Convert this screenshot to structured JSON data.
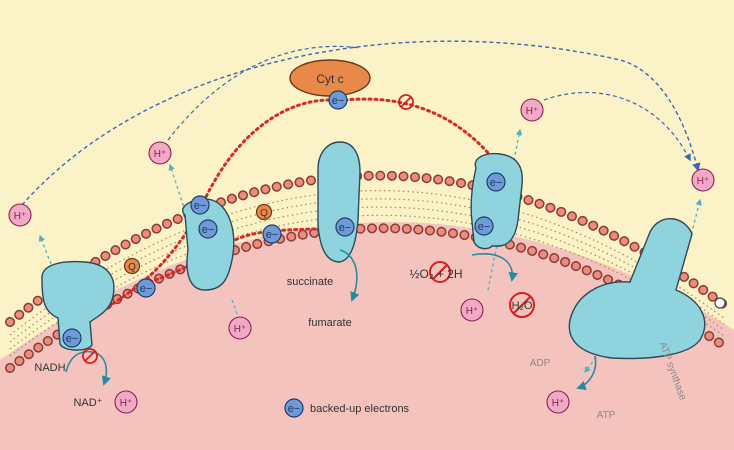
{
  "labels": {
    "cyt_c": "Cyt c",
    "electron": "e−",
    "proton": "H⁺",
    "quinone": "Q",
    "succinate": "succinate",
    "fumarate": "fumarate",
    "nadh": "NADH",
    "nad": "NAD⁺",
    "oxygen_reaction": "½O₂ + 2H",
    "water": "H₂O",
    "adp": "ADP",
    "atp": "ATP",
    "atp_synthase": "ATP synthase",
    "legend": "backed-up electrons"
  },
  "colors": {
    "intermembrane_space": "#fbf2c7",
    "matrix": "#f5c3bd",
    "lipid_head": "#ec8b7f",
    "lipid_head_stroke": "#8a3d34",
    "protein": "#8fd3df",
    "protein_stroke": "#2d4a56",
    "electron": "#6f9ad8",
    "proton": "#f1a9c6",
    "cyt_c": "#e8894a",
    "quinone": "#e8894a",
    "electron_path": "#d32b2b",
    "proton_path": "#3a66b8",
    "block": "#d42020"
  }
}
